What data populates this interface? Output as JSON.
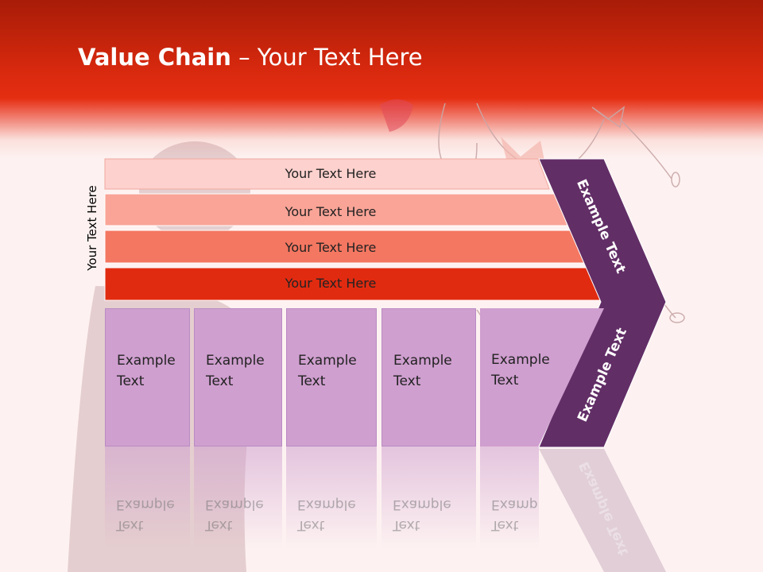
{
  "title": {
    "bold": "Value Chain",
    "rest": " – Your Text Here"
  },
  "side_label": "Your Text Here",
  "bands": [
    {
      "label": "Your Text Here",
      "color": "#fdd1cd"
    },
    {
      "label": "Your Text Here",
      "color": "#f9a497"
    },
    {
      "label": "Your Text Here",
      "color": "#f47761"
    },
    {
      "label": "Your Text Here",
      "color": "#e12b10"
    }
  ],
  "boxes": [
    {
      "line1": "Example",
      "line2": "Text"
    },
    {
      "line1": "Example",
      "line2": "Text"
    },
    {
      "line1": "Example",
      "line2": "Text"
    },
    {
      "line1": "Example",
      "line2": "Text"
    },
    {
      "line1": "Example",
      "line2": "Text"
    }
  ],
  "chevron": {
    "upper_label": "Example Text",
    "lower_label": "Example Text",
    "color": "#622e66"
  },
  "colors": {
    "header": "#e52e12",
    "box_fill": "#cf9fcf",
    "background": "#fdf2f1"
  }
}
